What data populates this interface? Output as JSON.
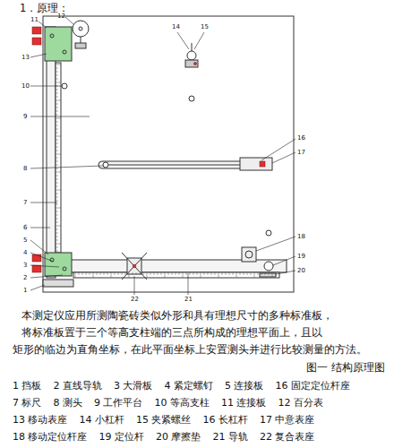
{
  "diagram": {
    "title": "1．原理：",
    "caption": "图一 结构原理图",
    "labels": [
      "11",
      "12",
      "14",
      "15",
      "13",
      "10",
      "9",
      "8",
      "7",
      "6",
      "5",
      "4",
      "3",
      "2",
      "1",
      "16",
      "17",
      "18",
      "19",
      "20",
      "22",
      "21",
      "本测定仪应用所测陶瓷砖类似外形和具有理想尺寸的多种标准板，",
      "将标准板置于三个等高支柱端的三点所构成的理想平面上，且以",
      "矩形的临边为直角坐标，在此平面坐标上安置测头并进行比较测量的方法。",
      "1 挡板",
      "2 直线导轨",
      "3 大滑板",
      "4 紧定螺钉",
      "5 连接板",
      "16 固定定位杆座",
      "7 标尺",
      "8 测头",
      "9 工作平台",
      "10 等高支柱",
      "11 连接板",
      "12 百分表",
      "13 移动表座",
      "14 小杠杆",
      "15 夹紧螺丝",
      "16 长杠杆",
      "17 中意表座",
      "18 移动定位杆座",
      "19 定位杆",
      "20 摩擦垫",
      "21 导轨",
      "22 复合表座"
    ]
  }
}
